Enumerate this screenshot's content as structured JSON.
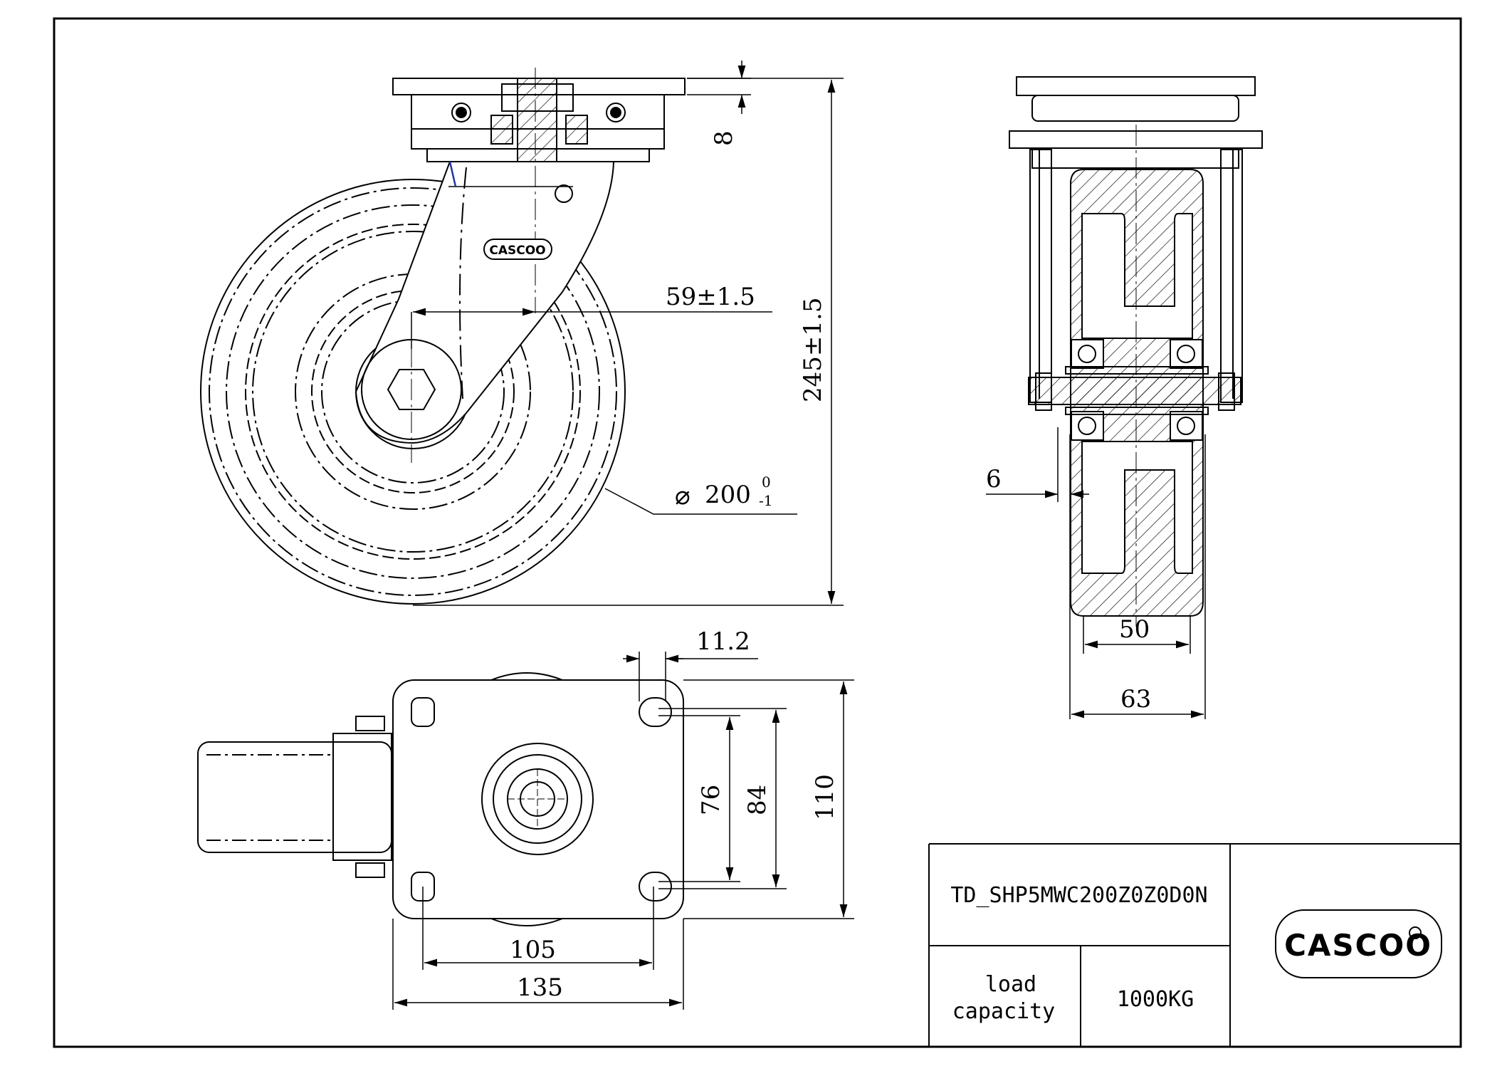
{
  "drawing": {
    "part_number": "TD_SHP5MWC200Z0Z0D0N",
    "load_capacity_label_line1": "load",
    "load_capacity_label_line2": "capacity",
    "load_capacity_value": "1000KG",
    "brand": "CASCOO",
    "logo_small_text": "CASCOO"
  },
  "dimensions": {
    "top_plate_thickness": "8",
    "overall_height": "245±1.5",
    "offset": "59±1.5",
    "wheel_diameter_symbol": "⌀",
    "wheel_diameter": "200",
    "wheel_diameter_tol_upper": "0",
    "wheel_diameter_tol_lower": "-1",
    "side_gap": "6",
    "wheel_width": "50",
    "fork_width": "63",
    "slot_width": "11.2",
    "hole_span_y_inner": "76",
    "hole_span_y_outer": "84",
    "plate_height": "110",
    "hole_span_x": "105",
    "plate_width": "135"
  }
}
